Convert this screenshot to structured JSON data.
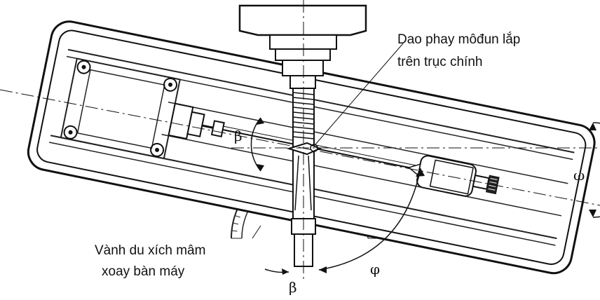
{
  "labels": {
    "cutter_line1": "Dao phay môđun lắp",
    "cutter_line2": "trên trục chính",
    "ring_line1": "Vành du xích mâm",
    "ring_line2": "xoay bàn máy"
  },
  "symbols": {
    "beta_left": "β",
    "beta_bottom": "β",
    "phi": "φ",
    "omega": "ω"
  }
}
